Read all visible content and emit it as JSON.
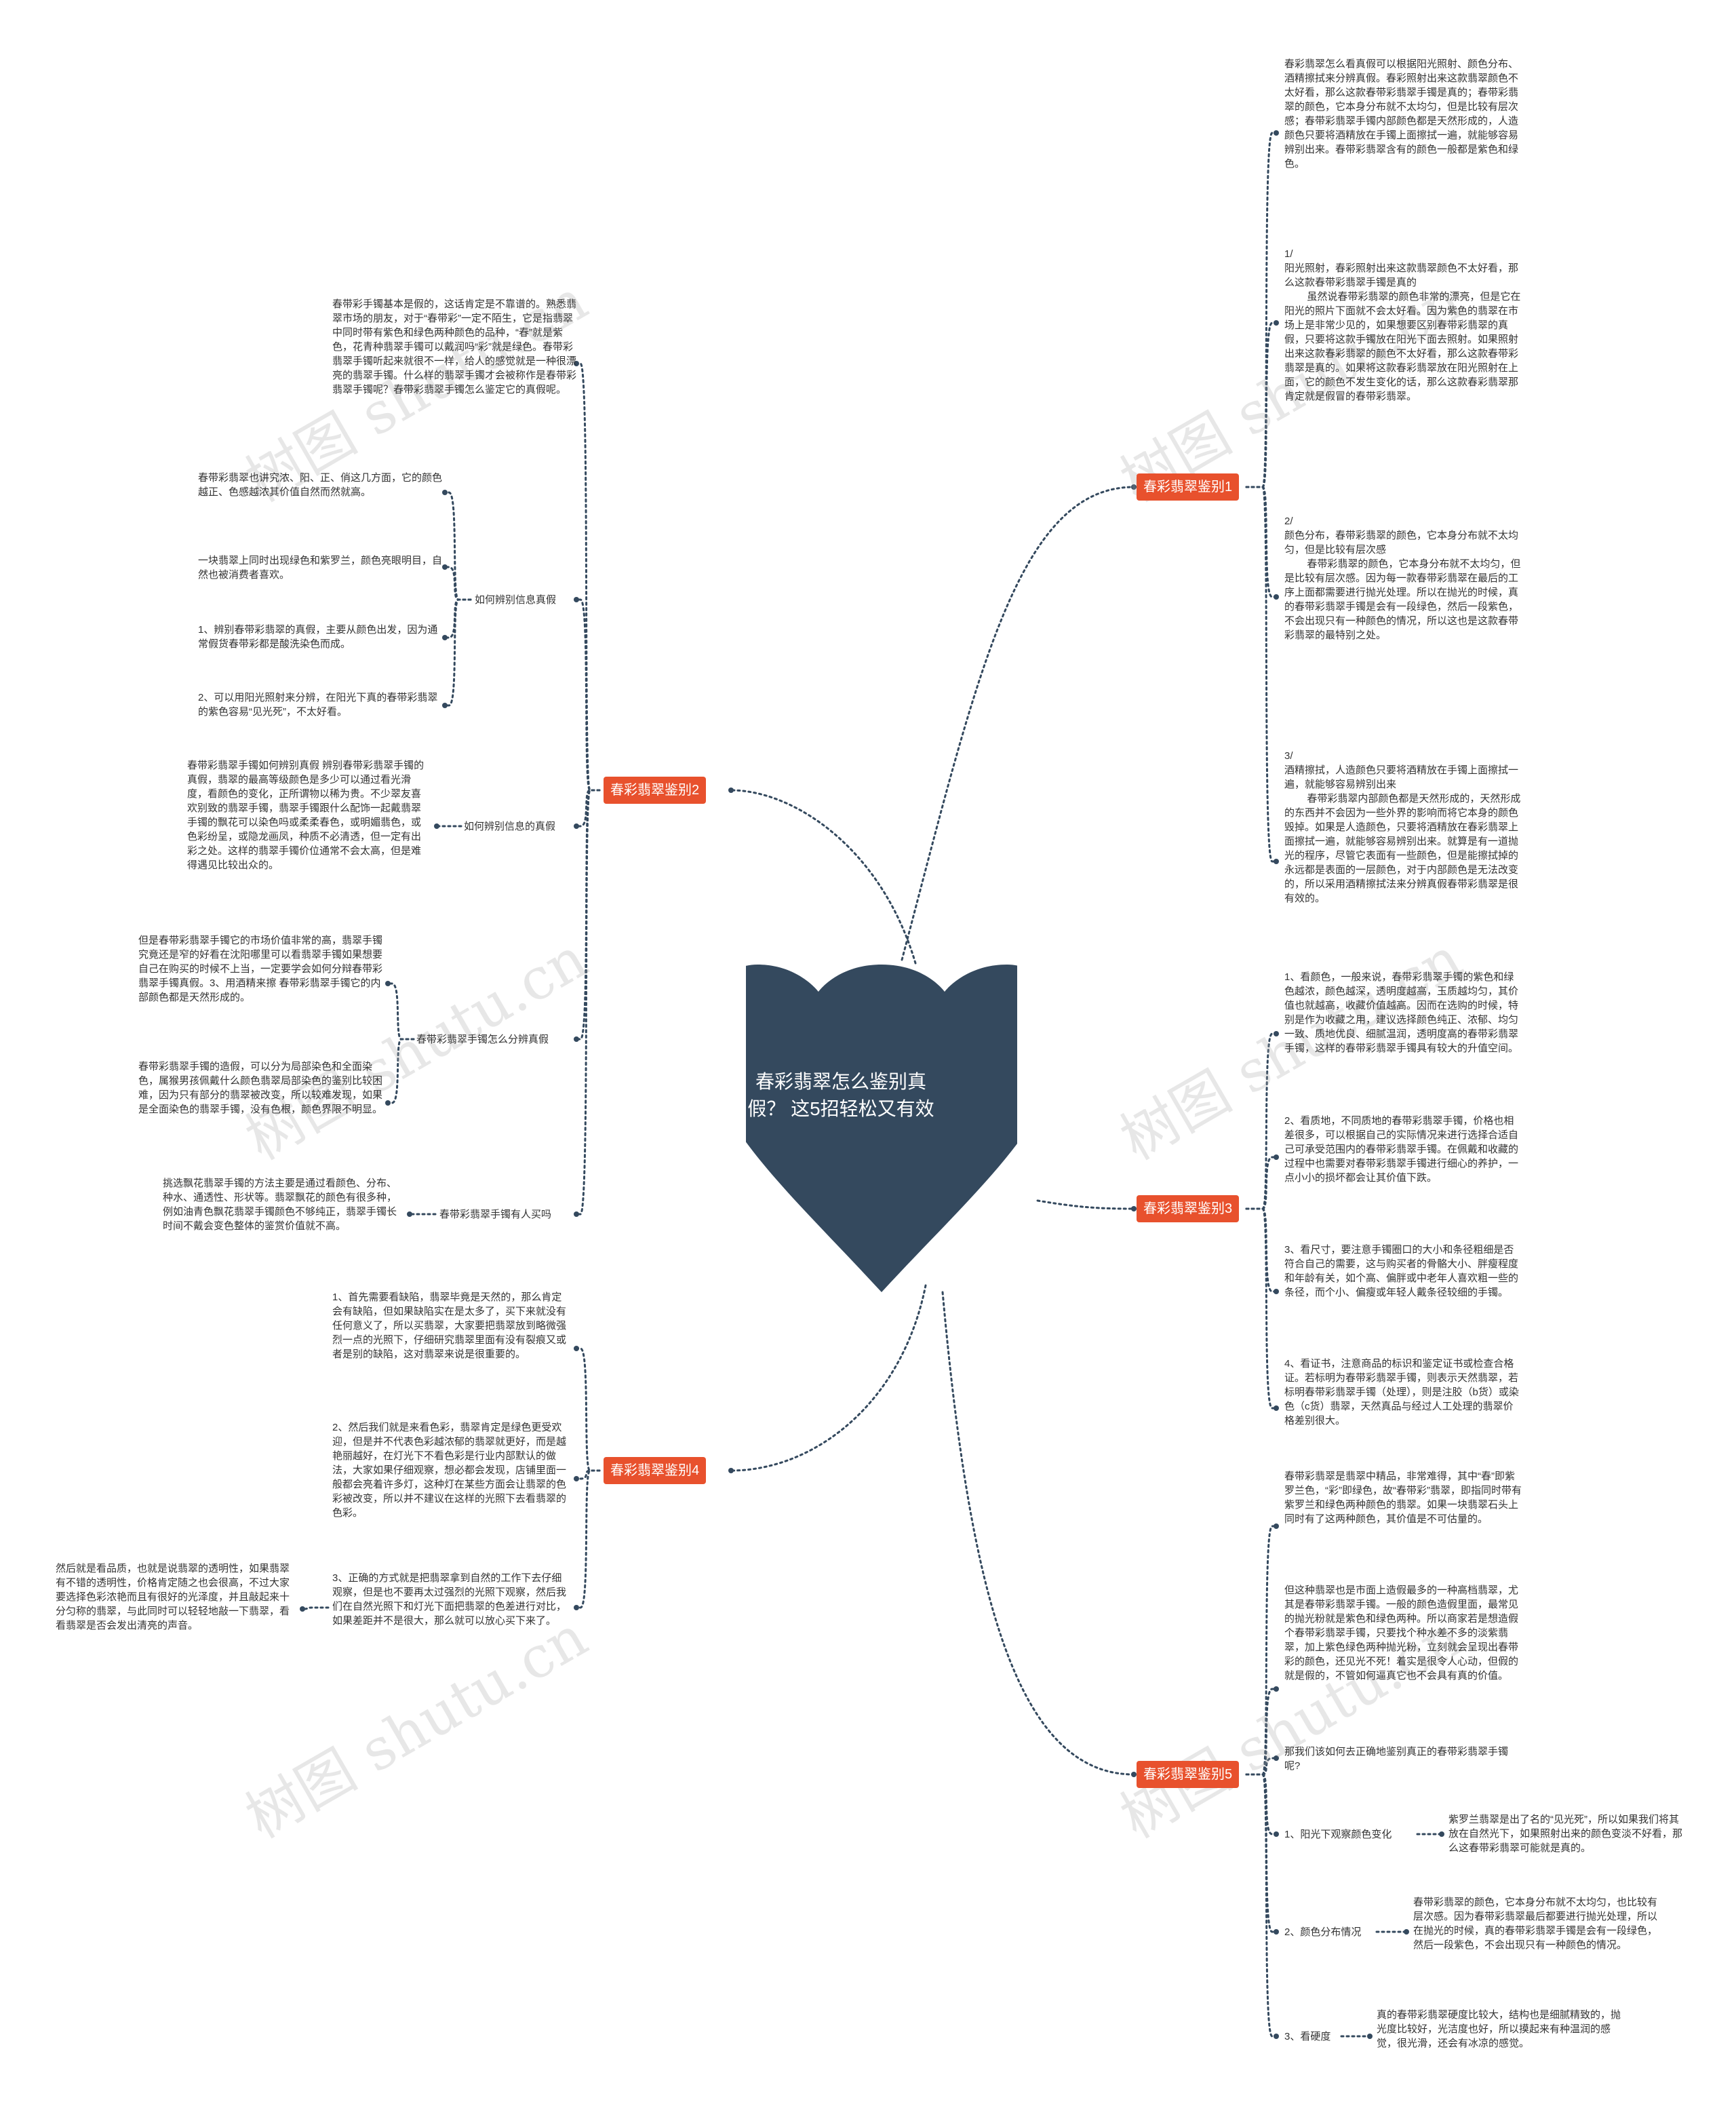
{
  "colors": {
    "center": "#34495e",
    "branch": "#e8512d",
    "line": "#34495e",
    "text": "#333333"
  },
  "center": {
    "title": "春彩翡翠怎么鉴别真假？\n这5招轻松又有效"
  },
  "watermark": "树图 shutu.cn",
  "branches": {
    "b1": {
      "label": "春彩翡翠鉴别1",
      "n1": "春彩翡翠怎么看真假可以根据阳光照射、颜色分布、酒精擦拭来分辨真假。春彩照射出来这款翡翠颜色不太好看，那么这款春带彩翡翠手镯是真的；春带彩翡翠的颜色，它本身分布就不太均匀，但是比较有层次感；春带彩翡翠手镯内部颜色都是天然形成的，人造颜色只要将酒精放在手镯上面擦拭一遍，就能够容易辨别出来。春带彩翡翠含有的颜色一般都是紫色和绿色。",
      "n2": "1/\n阳光照射，春彩照射出来这款翡翠颜色不太好看，那么这款春带彩翡翠手镯是真的\n        虽然说春带彩翡翠的颜色非常的漂亮，但是它在阳光的照片下面就不会太好看。因为紫色的翡翠在市场上是非常少见的，如果想要区别春带彩翡翠的真假，只要将这款手镯放在阳光下面去照射。如果照射出来这款春彩翡翠的颜色不太好看，那么这款春带彩翡翠是真的。如果将这款春彩翡翠放在阳光照射在上面，它的颜色不发生变化的话，那么这款春彩翡翠那肯定就是假冒的春带彩翡翠。",
      "n3": "2/\n颜色分布，春带彩翡翠的颜色，它本身分布就不太均匀，但是比较有层次感\n        春带彩翡翠的颜色，它本身分布就不太均匀，但是比较有层次感。因为每一款春带彩翡翠在最后的工序上面都需要进行抛光处理。所以在抛光的时候，真的春带彩翡翠手镯是会有一段绿色，然后一段紫色，不会出现只有一种颜色的情况，所以这也是这款春带彩翡翠的最特别之处。",
      "n4": "3/\n酒精擦拭，人造颜色只要将酒精放在手镯上面擦拭一遍，就能够容易辨别出来\n        春带彩翡翠内部颜色都是天然形成的，天然形成的东西并不会因为一些外界的影响而将它本身的颜色毁掉。如果是人造颜色，只要将酒精放在春彩翡翠上面擦拭一遍，就能够容易辨别出来。就算是有一道抛光的程序，尽管它表面有一些颜色，但是能擦拭掉的永远都是表面的一层颜色，对于内部颜色是无法改变的，所以采用酒精擦拭法来分辨真假春带彩翡翠是很有效的。"
    },
    "b2": {
      "label": "春彩翡翠鉴别2",
      "intro": "春带彩手镯基本是假的，这话肯定是不靠谱的。熟悉翡翠市场的朋友，对于“春带彩”一定不陌生，它是指翡翠中同时带有紫色和绿色两种颜色的品种，“春”就是紫色，花青种翡翠手镯可以戴润吗“彩”就是绿色。春带彩翡翠手镯听起来就很不一样，给人的感觉就是一种很漂亮的翡翠手镯。什么样的翡翠手镯才会被称作是春带彩翡翠手镯呢？春带彩翡翠手镯怎么鉴定它的真假呢。",
      "s1": {
        "label": "如何辨别信息真假",
        "c1": "春带彩翡翠也讲究浓、阳、正、俏这几方面，它的颜色越正、色感越浓其价值自然而然就高。",
        "c2": "一块翡翠上同时出现绿色和紫罗兰，颜色亮眼明目，自然也被消费者喜欢。",
        "c3": "1、辨别春带彩翡翠的真假，主要从颜色出发，因为通常假货春带彩都是酸洗染色而成。",
        "c4": "2、可以用阳光照射来分辨，在阳光下真的春带彩翡翠的紫色容易“见光死”，不太好看。"
      },
      "s2": {
        "label": "如何辨别信息的真假",
        "c1": "春带彩翡翠手镯如何辨别真假 辨别春带彩翡翠手镯的真假，翡翠的最高等级颜色是多少可以通过看光滑度，看颜色的变化，正所谓物以稀为贵。不少翠友喜欢别致的翡翠手镯，翡翠手镯跟什么配饰一起戴翡翠手镯的飘花可以染色吗或柔柔春色，或明媚翡色，或色彩纷呈，或隐龙画凤，种质不必清透，但一定有出彩之处。这样的翡翠手镯价位通常不会太高，但是难得遇见比较出众的。"
      },
      "s3": {
        "label": "春带彩翡翠手镯怎么分辨真假",
        "c1": "但是春带彩翡翠手镯它的市场价值非常的高，翡翠手镯究竟还是窄的好看在沈阳哪里可以看翡翠手镯如果想要自己在购买的时候不上当，一定要学会如何分辩春带彩翡翠手镯真假。3、用酒精来擦 春带彩翡翠手镯它的内部颜色都是天然形成的。",
        "c2": "春带彩翡翠手镯的造假，可以分为局部染色和全面染色，属猴男孩佩戴什么颜色翡翠局部染色的鉴别比较困难，因为只有部分的翡翠被改变，所以较难发现，如果是全面染色的翡翠手镯，没有色根，颜色界限不明显。"
      },
      "s4": {
        "label": "春带彩翡翠手镯有人买吗",
        "c1": "挑选飘花翡翠手镯的方法主要是通过看颜色、分布、种水、通透性、形状等。翡翠飘花的颜色有很多种，例如油青色飘花翡翠手镯颜色不够纯正，翡翠手镯长时间不戴会变色整体的鉴赏价值就不高。"
      }
    },
    "b3": {
      "label": "春彩翡翠鉴别3",
      "n1": "1、看颜色，一般来说，春带彩翡翠手镯的紫色和绿色越浓，颜色越深，透明度越高，玉质越均匀，其价值也就越高，收藏价值越高。因而在选购的时候，特别是作为收藏之用，建议选择颜色纯正、浓郁、均匀一致、质地优良、细腻温润，透明度高的春带彩翡翠手镯，这样的春带彩翡翠手镯具有较大的升值空间。",
      "n2": "2、看质地，不同质地的春带彩翡翠手镯，价格也相差很多，可以根据自己的实际情况来进行选择合适自己可承受范围内的春带彩翡翠手镯。在佩戴和收藏的过程中也需要对春带彩翡翠手镯进行细心的养护，一点小小的损坏都会让其价值下跌。",
      "n3": "3、看尺寸，要注意手镯圈口的大小和条径粗细是否符合自己的需要，这与购买者的骨骼大小、胖瘦程度和年龄有关，如个高、偏胖或中老年人喜欢粗一些的条径，而个小、偏瘦或年轻人戴条径较细的手镯。",
      "n4": "4、看证书，注意商品的标识和鉴定证书或检查合格证。若标明为春带彩翡翠手镯，则表示天然翡翠，若标明春带彩翡翠手镯（处理），则是注胶（b货）或染色（c货）翡翠，天然真品与经过人工处理的翡翠价格差别很大。"
    },
    "b4": {
      "label": "春彩翡翠鉴别4",
      "n1": "1、首先需要看缺陷，翡翠毕竟是天然的，那么肯定会有缺陷，但如果缺陷实在是太多了，买下来就没有任何意义了，所以买翡翠，大家要把翡翠放到略微强烈一点的光照下，仔细研究翡翠里面有没有裂痕又或者是别的缺陷，这对翡翠来说是很重要的。",
      "n2": "2、然后我们就是来看色彩，翡翠肯定是绿色更受欢迎，但是并不代表色彩越浓郁的翡翠就更好，而是越艳丽越好，在灯光下不看色彩是行业内部默认的做法，大家如果仔细观察，想必都会发现，店铺里面一般都会亮着许多灯，这种灯在某些方面会让翡翠的色彩被改变，所以并不建议在这样的光照下去看翡翠的色彩。",
      "n3": "3、正确的方式就是把翡翠拿到自然的工作下去仔细观察，但是也不要再太过强烈的光照下观察，然后我们在自然光照下和灯光下面把翡翠的色差进行对比，如果差距并不是很大，那么就可以放心买下来了。",
      "n3c": "然后就是看品质，也就是说翡翠的透明性，如果翡翠有不错的透明性，价格肯定随之也会很高，不过大家要选择色彩浓艳而且有很好的光泽度，并且敲起来十分匀称的翡翠，与此同时可以轻轻地敲一下翡翠，看看翡翠是否会发出清亮的声音。"
    },
    "b5": {
      "label": "春彩翡翠鉴别5",
      "n1": "春带彩翡翠是翡翠中精品，非常难得，其中“春”即紫罗兰色，“彩”即绿色，故“春带彩”翡翠，即指同时带有紫罗兰和绿色两种颜色的翡翠。如果一块翡翠石头上同时有了这两种颜色，其价值是不可估量的。",
      "n2": "但这种翡翠也是市面上造假最多的一种高档翡翠，尤其是春带彩翡翠手镯。一般的颜色造假里面，最常见的抛光粉就是紫色和绿色两种。所以商家若是想造假个春带彩翡翠手镯，只要找个种水差不多的淡紫翡翠，加上紫色绿色两种抛光粉，立刻就会呈现出春带彩的颜色，还见光不死！着实是很令人心动，但假的就是假的，不管如何逼真它也不会具有真的价值。",
      "n3": "那我们该如何去正确地鉴别真正的春带彩翡翠手镯呢?",
      "s1": {
        "label": "1、阳光下观察颜色变化",
        "c": "紫罗兰翡翠是出了名的“见光死”，所以如果我们将其放在自然光下，如果照射出来的颜色变淡不好看，那么这春带彩翡翠可能就是真的。"
      },
      "s2": {
        "label": "2、颜色分布情况",
        "c": "春带彩翡翠的颜色，它本身分布就不太均匀，也比较有层次感。因为春带彩翡翠最后都要进行抛光处理，所以在抛光的时候，真的春带彩翡翠手镯是会有一段绿色，然后一段紫色，不会出现只有一种颜色的情况。"
      },
      "s3": {
        "label": "3、看硬度",
        "c": "真的春带彩翡翠硬度比较大，结构也是细腻精致的，抛光度比较好，光洁度也好，所以摸起来有种温润的感觉，很光滑，还会有冰凉的感觉。"
      }
    }
  }
}
